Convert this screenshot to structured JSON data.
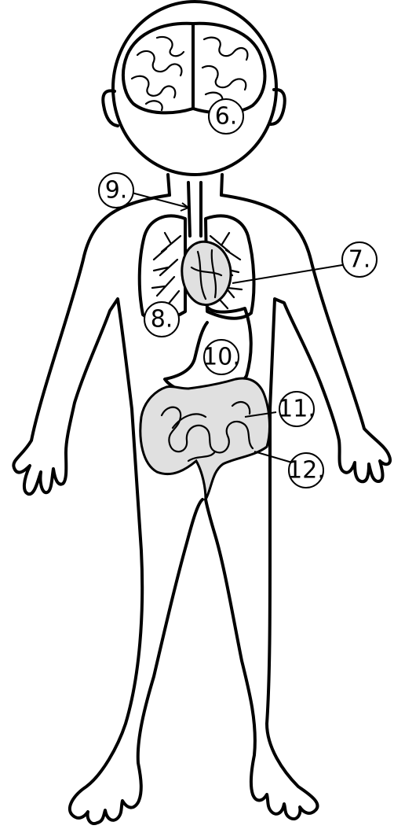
{
  "figure": {
    "colors": {
      "ink": "#000000",
      "organ_fill": "#e0e0e0",
      "background": "#ffffff"
    },
    "labels": {
      "brain": "6.",
      "heart": "7.",
      "lungs": "8.",
      "esophagus": "9.",
      "stomach": "10.",
      "small_intestine": "11.",
      "large_intestine": "12."
    }
  }
}
